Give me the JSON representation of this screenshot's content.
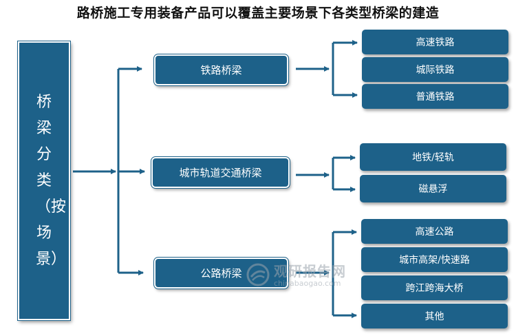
{
  "title": "路桥施工专用装备产品可以覆盖主要场景下各类型桥梁的建造",
  "root": {
    "label": "桥梁分类（按场景）"
  },
  "categories": [
    {
      "label": "铁路桥梁",
      "items": [
        "高速铁路",
        "城际铁路",
        "普通铁路"
      ]
    },
    {
      "label": "城市轨道交通桥梁",
      "items": [
        "地铁/轻轨",
        "磁悬浮"
      ]
    },
    {
      "label": "公路桥梁",
      "items": [
        "高速公路",
        "城市高架/快速路",
        "跨江跨海大桥",
        "其他"
      ]
    }
  ],
  "watermark": {
    "cn": "观研报告网",
    "en": "chinabaogao.com"
  },
  "colors": {
    "box": "#1d6189",
    "line": "#1d6189"
  }
}
